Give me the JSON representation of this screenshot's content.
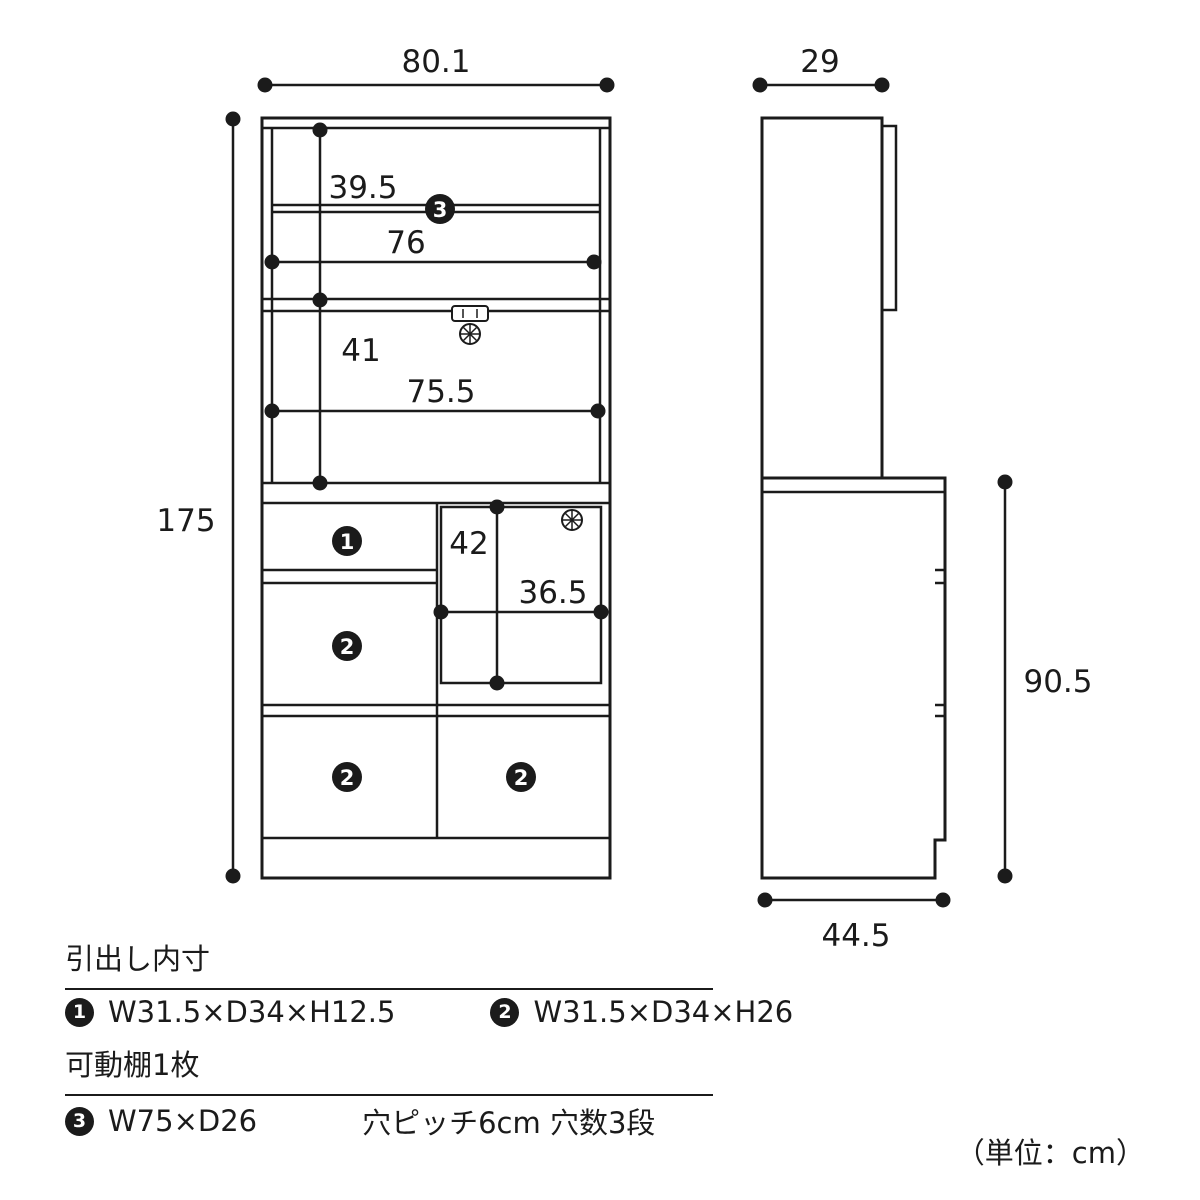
{
  "colors": {
    "ink": "#1b1b1b",
    "background": "#ffffff",
    "badge_text": "#ffffff"
  },
  "front_view": {
    "overall_width": "80.1",
    "overall_height": "175",
    "upper_section_height": "39.5",
    "upper_inner_width": "76",
    "middle_section_height": "41",
    "middle_inner_width": "75.5",
    "open_compartment_height": "42",
    "open_compartment_width": "36.5",
    "shelf_badge": "3",
    "drawer1_badge": "1",
    "drawer2_badge": "2"
  },
  "side_view": {
    "upper_depth": "29",
    "lower_height": "90.5",
    "lower_depth": "44.5"
  },
  "legend": {
    "drawer_section_title": "引出し内寸",
    "drawer1_badge": "1",
    "drawer1_size": "W31.5×D34×H12.5",
    "drawer2_badge": "2",
    "drawer2_size": "W31.5×D34×H26",
    "shelf_section_title": "可動棚1枚",
    "shelf_badge": "3",
    "shelf_size": "W75×D26",
    "shelf_hole_note": "穴ピッチ6cm  穴数3段",
    "unit_note": "（単位：cm）"
  }
}
